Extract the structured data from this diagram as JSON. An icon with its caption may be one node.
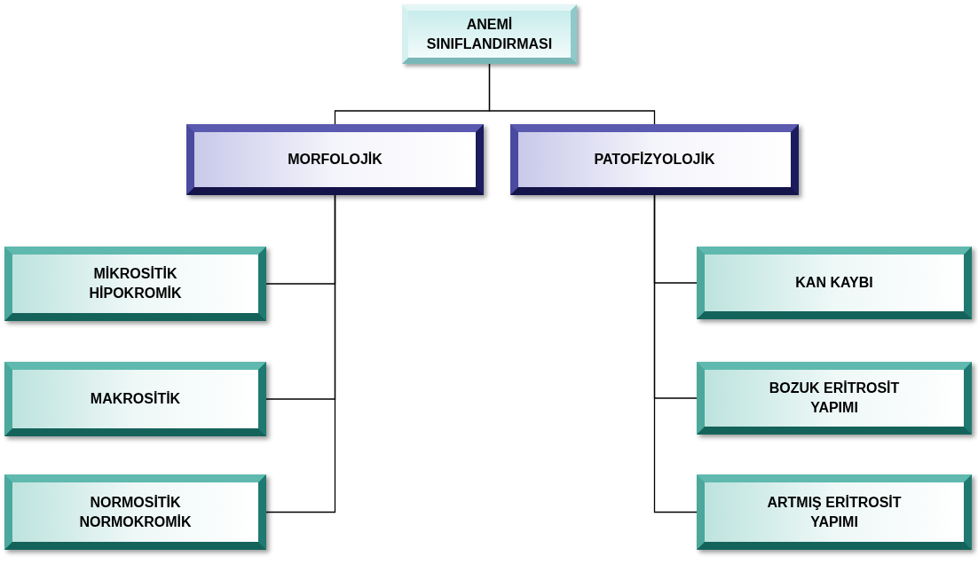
{
  "diagram": {
    "nodes": [
      {
        "text": [
          "ANEMİ SINIFLANDIRMASI"
        ]
      },
      {
        "text": [
          "MORFOLOJİK"
        ]
      },
      {
        "text": [
          "PATOFİZYOLOJİK"
        ]
      },
      {
        "text": [
          "MİKROSİTİK HİPOKROMİK"
        ]
      },
      {
        "text": [
          "MAKROSİTİK"
        ]
      },
      {
        "text": [
          "NORMOSİTİK NORMOKROMİK"
        ]
      },
      {
        "text": [
          "KAN KAYBI"
        ]
      },
      {
        "text": [
          "BOZUK ERİTROSİT YAPIMI"
        ]
      },
      {
        "text": [
          "ARTMIŞ ERİTROSİT YAPIMI"
        ]
      }
    ],
    "edges": [
      {
        "from": 0,
        "to": 1,
        "arrow": "none"
      },
      {
        "from": 0,
        "to": 2,
        "arrow": "none"
      },
      {
        "from": 1,
        "to": 3,
        "arrow": "none"
      },
      {
        "from": 1,
        "to": 4,
        "arrow": "none"
      },
      {
        "from": 1,
        "to": 5,
        "arrow": "none"
      },
      {
        "from": 2,
        "to": 6,
        "arrow": "none"
      },
      {
        "from": 2,
        "to": 7,
        "arrow": "none"
      },
      {
        "from": 2,
        "to": 8,
        "arrow": "none"
      }
    ]
  }
}
